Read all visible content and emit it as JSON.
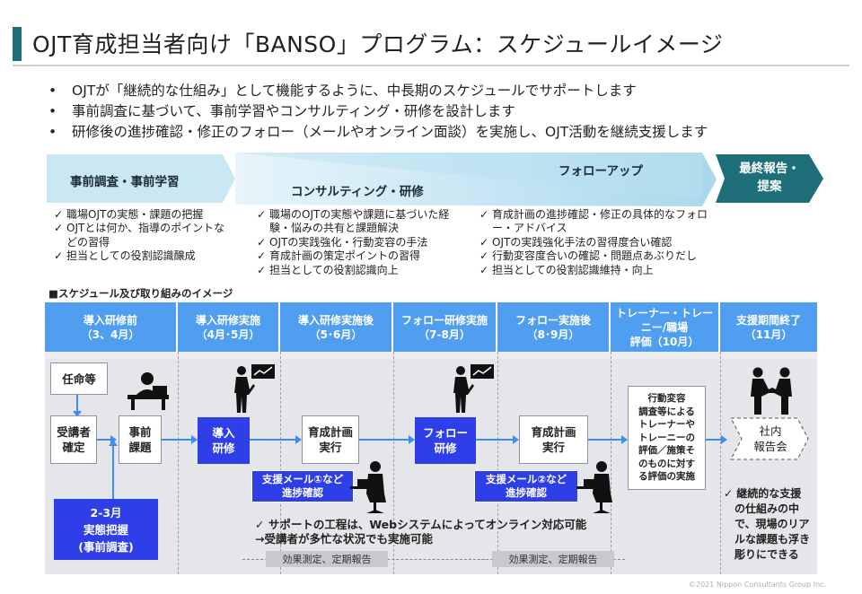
{
  "title": "OJT育成担当者向け「BANSO」プログラム：スケジュールイメージ",
  "bullets": [
    "OJTが「継続的な仕組み」として機能するように、中長期のスケジュールでサポートします",
    "事前調査に基づいて、事前学習やコンサルティング・研修を設計します",
    "研修後の進捗確認・修正のフォロー（メールやオンライン面談）を実施し、OJT活動を継続支援します"
  ],
  "bullet_marker": "•",
  "phases": {
    "pre": "事前調査・事前学習",
    "consult": "コンサルティング・研修",
    "follow": "フォローアップ",
    "final_line1": "最終報告・",
    "final_line2": "提案"
  },
  "checklists": {
    "pre": [
      "職場OJTの実態・課題の把握",
      "OJTとは何か、指導のポイントなどの習得",
      "担当としての役割認識醸成"
    ],
    "consult": [
      "職場のOJTの実態や課題に基づいた経験・悩みの共有と課題解決",
      "OJTの実践強化・行動変容の手法",
      "育成計画の策定ポイントの習得",
      "担当としての役割認識向上"
    ],
    "follow": [
      "育成計画の進捗確認・修正の具体的なフォロー・アドバイス",
      "OJTの実践強化手法の習得度合い確認",
      "行動変容度合いの確認・問題点あぶりだし",
      "担当としての役割認識維持・向上"
    ]
  },
  "schedule_label": "■スケジュール及び取り組みのイメージ",
  "timeline": [
    {
      "line1": "導入研修前",
      "line2": "（3、4月）"
    },
    {
      "line1": "導入研修実施",
      "line2": "（4月･5月）"
    },
    {
      "line1": "導入研修実施後",
      "line2": "（5･6月）"
    },
    {
      "line1": "フォロー研修実施",
      "line2": "（7-8月）"
    },
    {
      "line1": "フォロー実施後",
      "line2": "（8･9月）"
    },
    {
      "line1": "トレーナー・トレーニー/職場",
      "line2": "評価（10月）"
    },
    {
      "line1": "支援期間終了",
      "line2": "（11月）"
    }
  ],
  "flow": {
    "ninmei": "任命等",
    "jukosha_1": "受講者",
    "jukosha_2": "確定",
    "jizen_kadai_1": "事前",
    "jizen_kadai_2": "課題",
    "survey_1": "2-3月",
    "survey_2": "実態把握",
    "survey_3": "(事前調査)",
    "donyu_1": "導入",
    "donyu_2": "研修",
    "plan1_1": "育成計画",
    "plan1_2": "実行",
    "follow_1": "フォロー",
    "follow_2": "研修",
    "plan2_1": "育成計画",
    "plan2_2": "実行",
    "eval": [
      "行動変容",
      "調査等による",
      "トレーナーや",
      "トレーニーの",
      "評価／施策そ",
      "のものに対す",
      "る評価の実施"
    ],
    "report_1": "社内",
    "report_2": "報告会",
    "mail1_1": "支援メール①など",
    "mail1_2": "進捗確認",
    "mail2_1": "支援メール②など",
    "mail2_2": "進捗確認",
    "note_1": "✓ サポートの工程は、Webシステムによってオンライン対応可能",
    "note_2": "→受講者が多忙な状況でも実施可能",
    "pill_1": "効果測定、定期報告",
    "pill_2": "効果測定、定期報告",
    "final_note": [
      "継続的な支援",
      "の仕組みの中",
      "で、現場のリア",
      "ルな課題も浮き",
      "彫りにできる"
    ]
  },
  "copyright": "©2021 Nippon Consultants Group Inc.",
  "colors": {
    "accent": "#1f6f7a",
    "timeline_blue": "#4f9ef0",
    "box_blue": "#2f3fe8",
    "arrow_blue": "#3d8df0",
    "grey": "#e4e6e9"
  }
}
